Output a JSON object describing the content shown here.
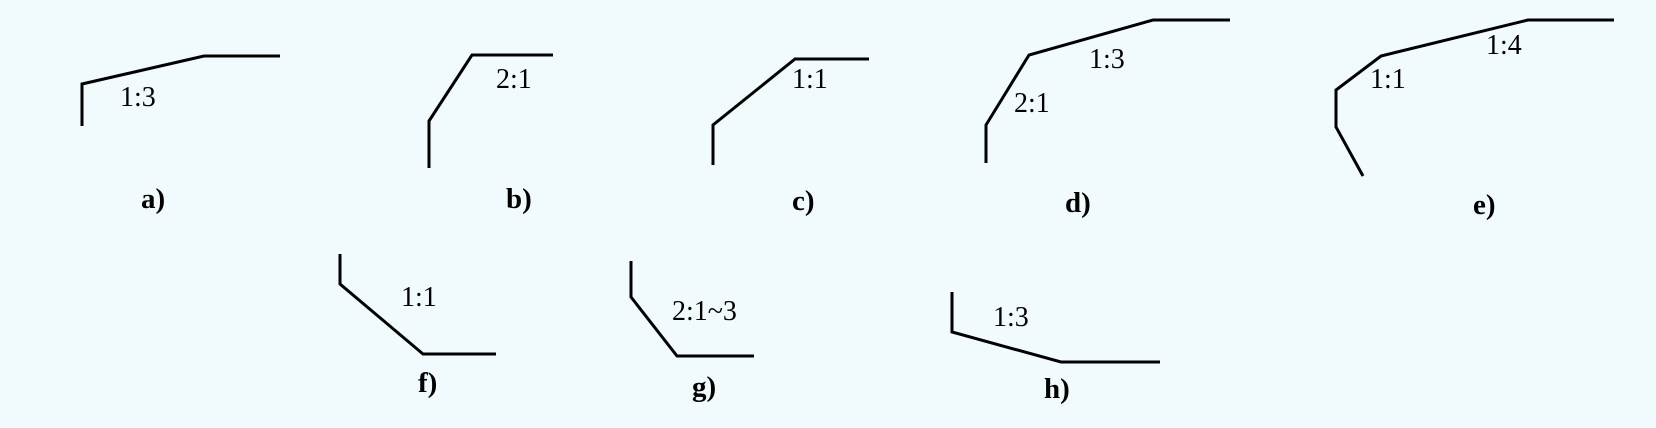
{
  "background_color": "#f1fbfd",
  "line_color": "#000000",
  "figures": {
    "a": {
      "caption": "a)",
      "slopes": [
        "1:3"
      ]
    },
    "b": {
      "caption": "b)",
      "slopes": [
        "2:1"
      ]
    },
    "c": {
      "caption": "c)",
      "slopes": [
        "1:1"
      ]
    },
    "d": {
      "caption": "d)",
      "slopes": [
        "2:1",
        "1:3"
      ]
    },
    "e": {
      "caption": "e)",
      "slopes": [
        "1:1",
        "1:4"
      ]
    },
    "f": {
      "caption": "f)",
      "slopes": [
        "1:1"
      ]
    },
    "g": {
      "caption": "g)",
      "slopes": [
        "2:1~3"
      ]
    },
    "h": {
      "caption": "h)",
      "slopes": [
        "1:3"
      ]
    }
  }
}
